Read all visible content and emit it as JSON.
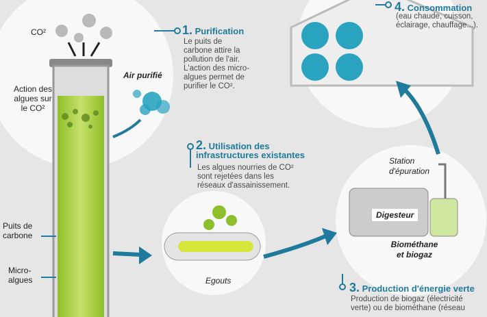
{
  "step1": {
    "number": "1.",
    "title": "Purification",
    "text": "Le puits de carbone attire la pollution de l'air. L'action des micro-algues permet de purifier le CO²."
  },
  "step2": {
    "number": "2.",
    "title": "Utilisation des infrastructures existantes",
    "text": "Les algues nourries de CO² sont rejetées dans les réseaux d'assainissement."
  },
  "step3": {
    "number": "3.",
    "title": "Production d'énergie verte",
    "text": "Production de biogaz (électricité verte) ou de biométhane (réseau"
  },
  "step4": {
    "number": "4.",
    "title": "Consommation",
    "text": "(eau chaude, cuisson, éclairage, chauffage...)."
  },
  "labels": {
    "co2": "CO²",
    "action": "Action des algues sur le CO²",
    "air": "Air purifié",
    "puits": "Puits de carbone",
    "micro": "Micro-algues",
    "egouts": "Egouts",
    "station": "Station d'épuration",
    "digesteur": "Digesteur",
    "biomethane": "Biométhane et biogaz"
  },
  "colors": {
    "accent": "#1f7a9c",
    "algae": "#a9cf3d",
    "background": "#e6e6e6"
  }
}
